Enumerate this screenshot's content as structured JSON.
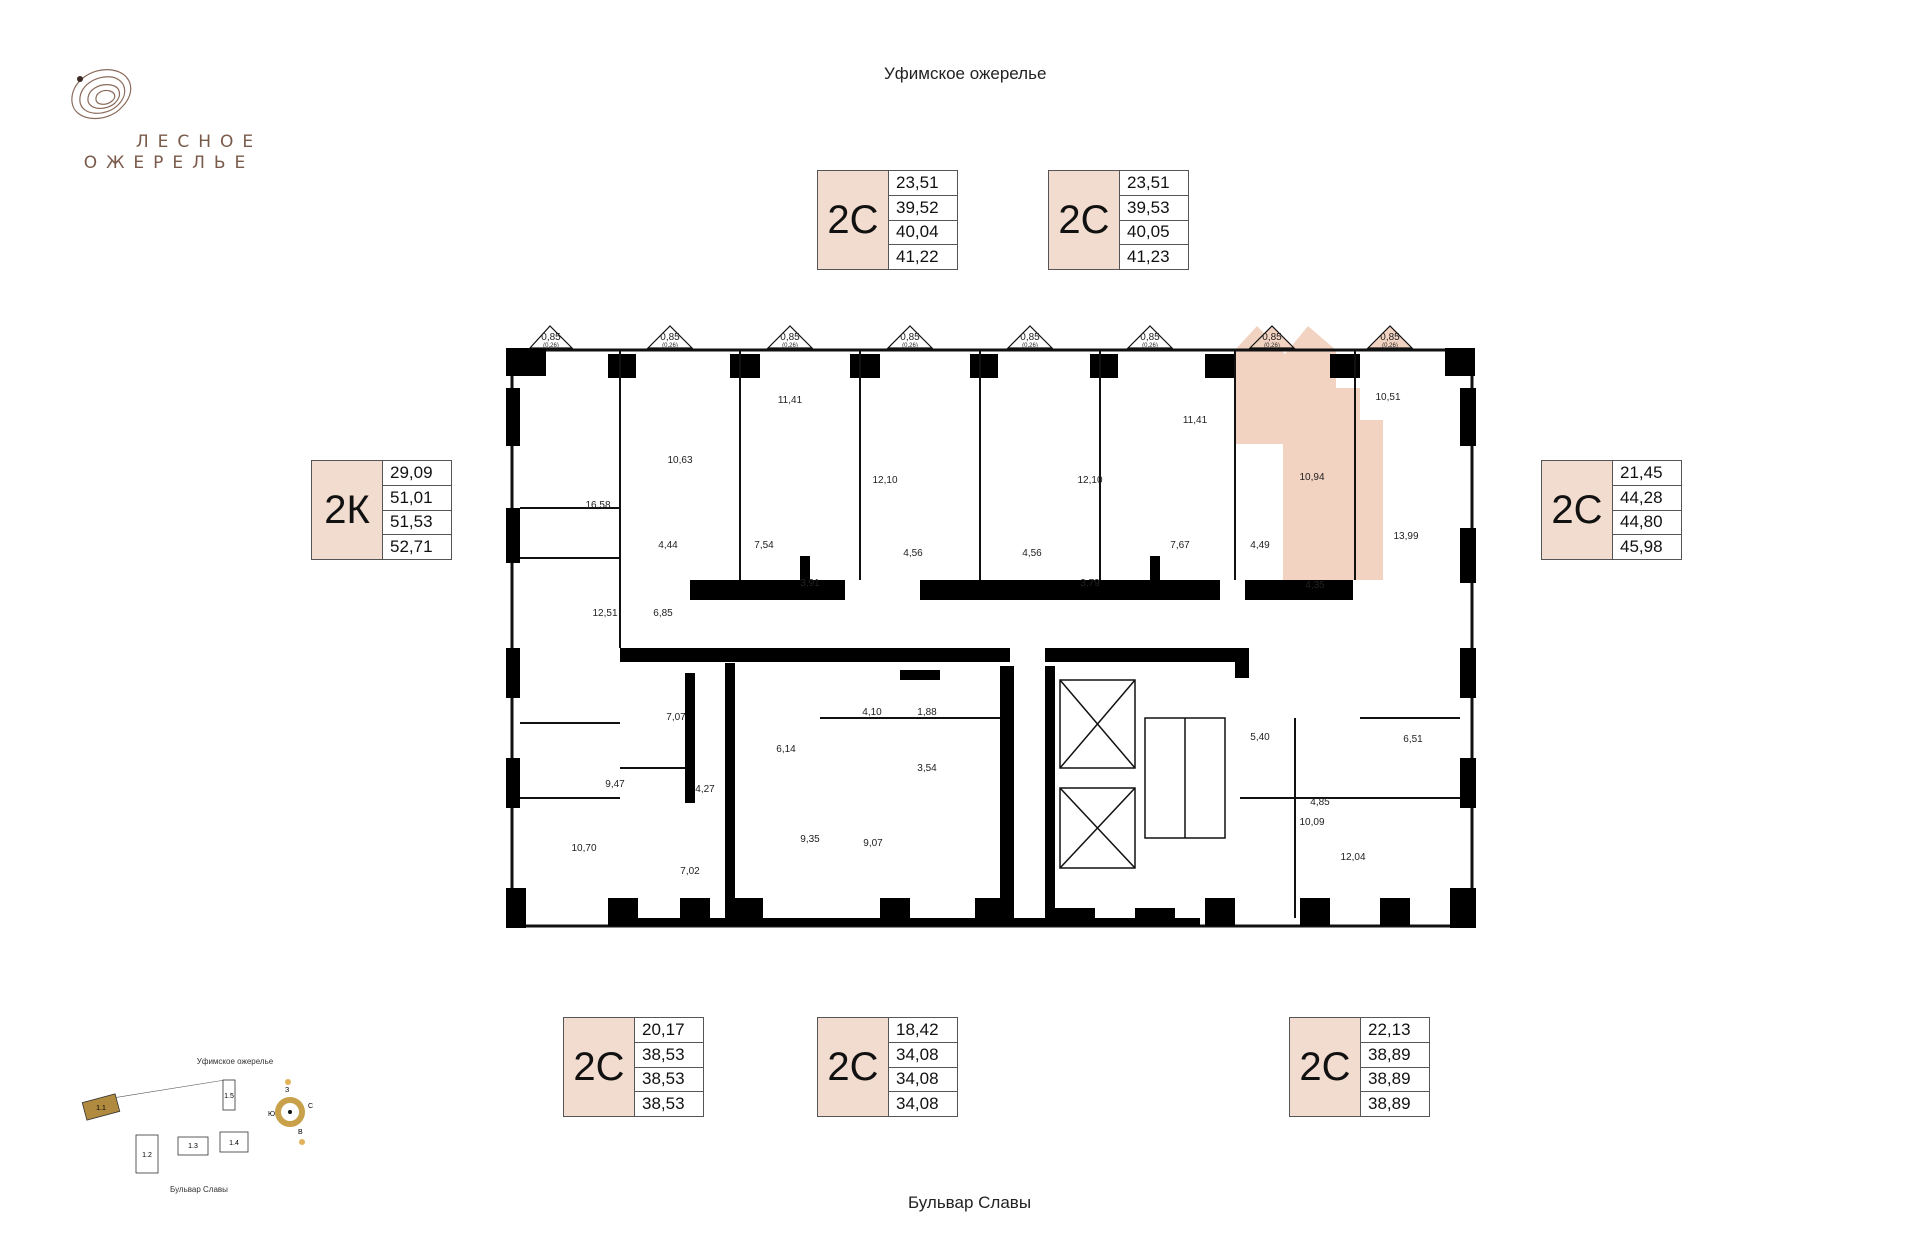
{
  "brand": {
    "line1": "ЛЕСНОЕ",
    "line2": "ОЖЕРЕЛЬЕ"
  },
  "streets": {
    "top": "Уфимское ожерелье",
    "bottom": "Бульвар Славы"
  },
  "cards": [
    {
      "id": "top-left",
      "type": "2С",
      "values": [
        "23,51",
        "39,52",
        "40,04",
        "41,22"
      ]
    },
    {
      "id": "top-right",
      "type": "2С",
      "values": [
        "23,51",
        "39,53",
        "40,05",
        "41,23"
      ]
    },
    {
      "id": "left",
      "type": "2К",
      "values": [
        "29,09",
        "51,01",
        "51,53",
        "52,71"
      ]
    },
    {
      "id": "right",
      "type": "2С",
      "values": [
        "21,45",
        "44,28",
        "44,80",
        "45,98"
      ]
    },
    {
      "id": "bottom-1",
      "type": "2С",
      "values": [
        "20,17",
        "38,53",
        "38,53",
        "38,53"
      ]
    },
    {
      "id": "bottom-2",
      "type": "2С",
      "values": [
        "18,42",
        "34,08",
        "34,08",
        "34,08"
      ]
    },
    {
      "id": "bottom-3",
      "type": "2С",
      "values": [
        "22,13",
        "38,89",
        "38,89",
        "38,89"
      ]
    }
  ],
  "balcony": {
    "area": "0,85",
    "sub": "(0,26)"
  },
  "room_areas": {
    "r1658": "16,58",
    "r1063": "10,63",
    "r1141a": "11,41",
    "r1210a": "12,10",
    "r1210b": "12,10",
    "r1141b": "11,41",
    "r1094": "10,94",
    "r1051": "10,51",
    "r444": "4,44",
    "r754": "7,54",
    "r391": "3,91",
    "r456a": "4,56",
    "r456b": "4,56",
    "r379": "3,79",
    "r767": "7,67",
    "r449": "4,49",
    "r435": "4,35",
    "r1399": "13,99",
    "r1251": "12,51",
    "r685": "6,85",
    "r707": "7,07",
    "r947": "9,47",
    "r427": "4,27",
    "r1070": "10,70",
    "r702": "7,02",
    "r614": "6,14",
    "r410": "4,10",
    "r188": "1,88",
    "r354": "3,54",
    "r935": "9,35",
    "r907": "9,07",
    "r540": "5,40",
    "r485": "4,85",
    "r651": "6,51",
    "r1009": "10,09",
    "r1204": "12,04"
  },
  "minimap": {
    "street_top": "Уфимское ожерелье",
    "street_bottom": "Бульвар Славы",
    "sections": [
      "1.1",
      "1.2",
      "1.3",
      "1.4",
      "1.5"
    ],
    "compass": {
      "n": "С",
      "s": "Ю",
      "w": "З",
      "e": "В"
    }
  }
}
